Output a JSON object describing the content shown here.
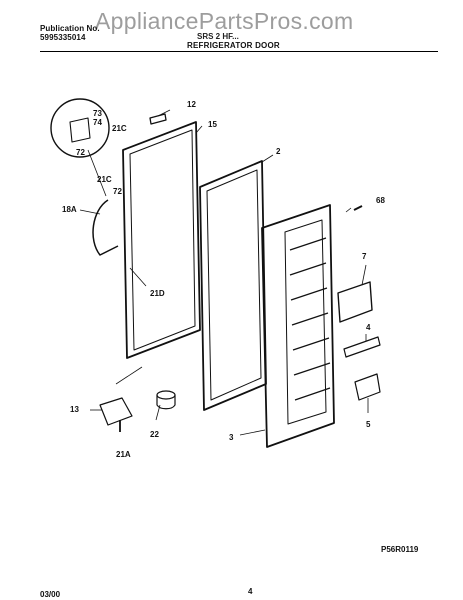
{
  "header": {
    "publication_label": "Publication No.",
    "publication_number": "5995335014",
    "model": "SRS 2 HF...",
    "section_title": "REFRIGERATOR DOOR",
    "watermark": "AppliancePartsPros.com"
  },
  "part_labels": {
    "p12": "12",
    "p15": "15",
    "p73": "73",
    "p74": "74",
    "p21c_top": "21C",
    "p72_top": "72",
    "p21c": "21C",
    "p72": "72",
    "p18a": "18A",
    "p21d": "21D",
    "p2": "2",
    "p68": "68",
    "p7": "7",
    "p4": "4",
    "p13": "13",
    "p22": "22",
    "p21a": "21A",
    "p3": "3",
    "p5": "5"
  },
  "footer": {
    "diagram_code": "P56R0119",
    "date": "03/00",
    "page": "4"
  }
}
